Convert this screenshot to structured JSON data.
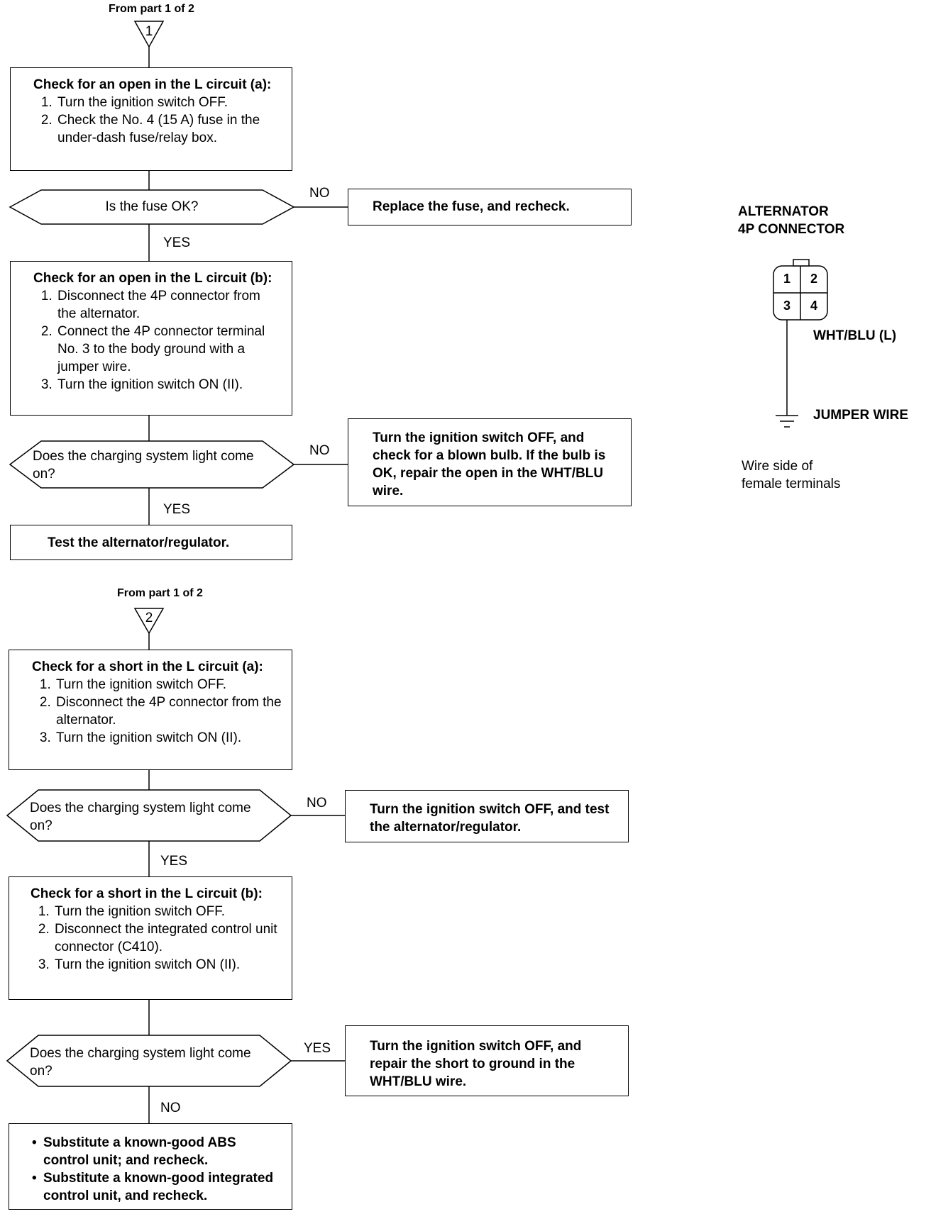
{
  "part1": {
    "from_label": "From part 1 of 2",
    "marker": "1",
    "step1": {
      "title": "Check for an open in the L circuit (a):",
      "items": [
        "Turn the ignition switch OFF.",
        "Check the No. 4 (15 A) fuse in the under-dash fuse/relay box."
      ]
    },
    "q1": "Is the fuse OK?",
    "q1_no": "NO",
    "q1_no_action": "Replace the fuse, and recheck.",
    "q1_yes": "YES",
    "step2": {
      "title": "Check for an open in the L circuit (b):",
      "items": [
        "Disconnect the 4P connector from the alternator.",
        "Connect the 4P connector terminal No. 3 to the body ground with a jumper wire.",
        "Turn the ignition switch ON (II)."
      ]
    },
    "q2": "Does the charging system light come on?",
    "q2_no": "NO",
    "q2_no_action": "Turn the ignition switch OFF, and check for a blown bulb. If the bulb is OK, repair the open in the WHT/BLU wire.",
    "q2_yes": "YES",
    "q2_yes_action": "Test the alternator/regulator."
  },
  "connector": {
    "title_line1": "ALTERNATOR",
    "title_line2": "4P CONNECTOR",
    "pins": [
      "1",
      "2",
      "3",
      "4"
    ],
    "wire_label": "WHT/BLU (L)",
    "jumper_label": "JUMPER WIRE",
    "caption_line1": "Wire side of",
    "caption_line2": "female terminals"
  },
  "part2": {
    "from_label": "From part 1 of 2",
    "marker": "2",
    "step1": {
      "title": "Check for a short in the L circuit (a):",
      "items": [
        "Turn the ignition switch OFF.",
        "Disconnect the 4P connector from the alternator.",
        "Turn the ignition switch ON (II)."
      ]
    },
    "q1": "Does the charging system light come on?",
    "q1_no": "NO",
    "q1_no_action": "Turn the ignition switch OFF, and test the alternator/regulator.",
    "q1_yes": "YES",
    "step2": {
      "title": "Check for a short in the L circuit (b):",
      "items": [
        "Turn the ignition switch OFF.",
        "Disconnect the integrated control unit connector (C410).",
        "Turn the ignition switch ON (II)."
      ]
    },
    "q2": "Does the charging system light come on?",
    "q2_yes": "YES",
    "q2_yes_action": "Turn the ignition switch OFF, and repair the short to ground in the WHT/BLU wire.",
    "q2_no": "NO",
    "final_items": [
      "Substitute a known-good ABS control unit; and recheck.",
      "Substitute a known-good integrated control unit, and recheck."
    ]
  }
}
